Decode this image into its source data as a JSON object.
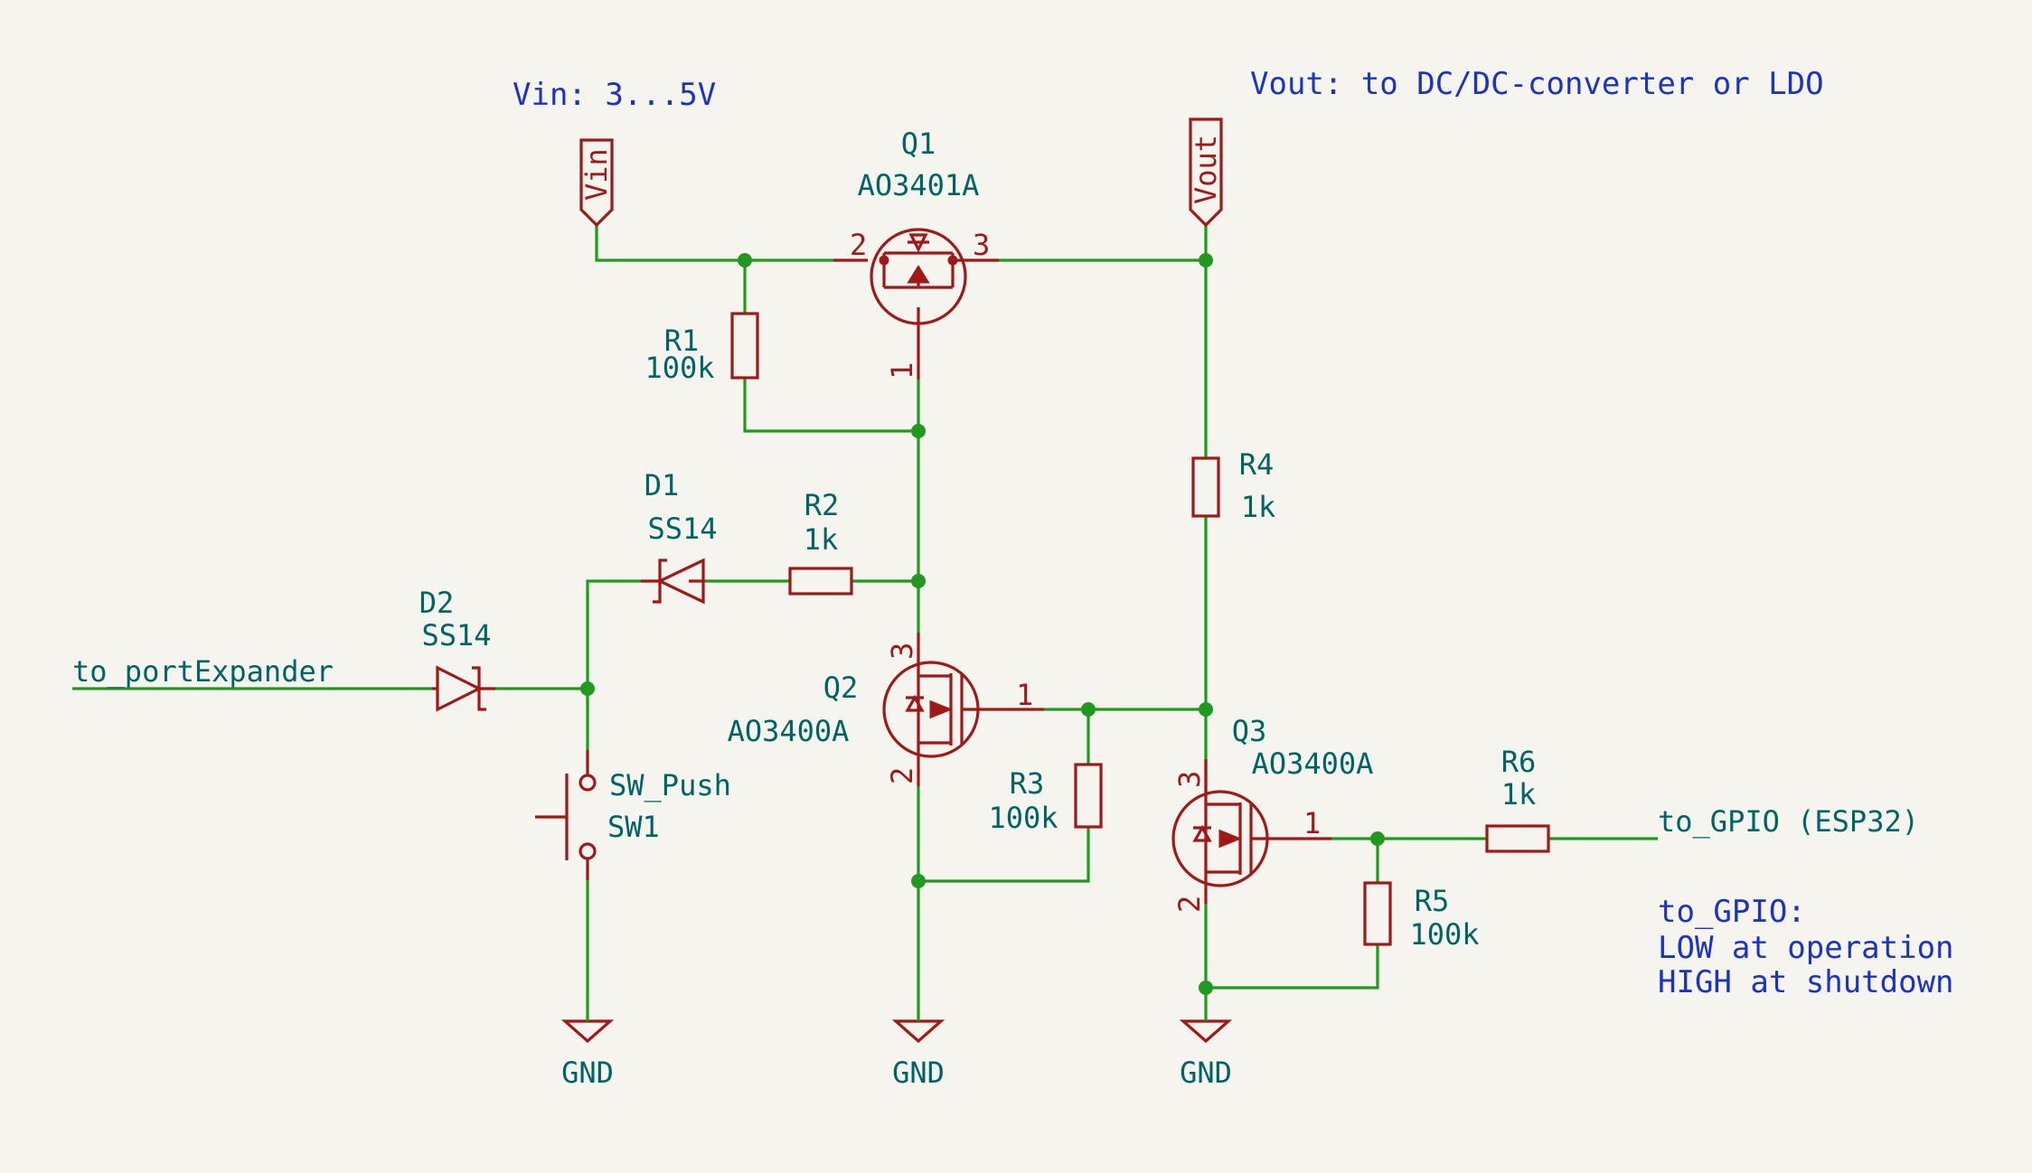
{
  "notes": {
    "vin": "Vin: 3...5V",
    "vout": "Vout: to DC/DC-converter or LDO",
    "gpio_line1": "to_GPIO:",
    "gpio_line2": "LOW at operation",
    "gpio_line3": "HIGH at shutdown"
  },
  "labels": {
    "vin": "Vin",
    "vout": "Vout",
    "port_expander": "to_portExpander",
    "gpio": "to_GPIO (ESP32)"
  },
  "components": {
    "Q1": {
      "ref": "Q1",
      "value": "AO3401A",
      "pins": [
        "2",
        "3",
        "1"
      ]
    },
    "Q2": {
      "ref": "Q2",
      "value": "AO3400A",
      "pins": [
        "3",
        "1",
        "2"
      ]
    },
    "Q3": {
      "ref": "Q3",
      "value": "AO3400A",
      "pins": [
        "3",
        "1",
        "2"
      ]
    },
    "R1": {
      "ref": "R1",
      "value": "100k"
    },
    "R2": {
      "ref": "R2",
      "value": "1k"
    },
    "R3": {
      "ref": "R3",
      "value": "100k"
    },
    "R4": {
      "ref": "R4",
      "value": "1k"
    },
    "R5": {
      "ref": "R5",
      "value": "100k"
    },
    "R6": {
      "ref": "R6",
      "value": "1k"
    },
    "D1": {
      "ref": "D1",
      "value": "SS14"
    },
    "D2": {
      "ref": "D2",
      "value": "SS14"
    },
    "SW1": {
      "ref": "SW1",
      "value": "SW_Push"
    }
  },
  "grounds": [
    "GND",
    "GND",
    "GND"
  ],
  "colors": {
    "background": "#f5f4ef",
    "wire": "#1f9a1f",
    "component": "#a01818",
    "reference": "#006464",
    "note": "#1a32c8"
  }
}
